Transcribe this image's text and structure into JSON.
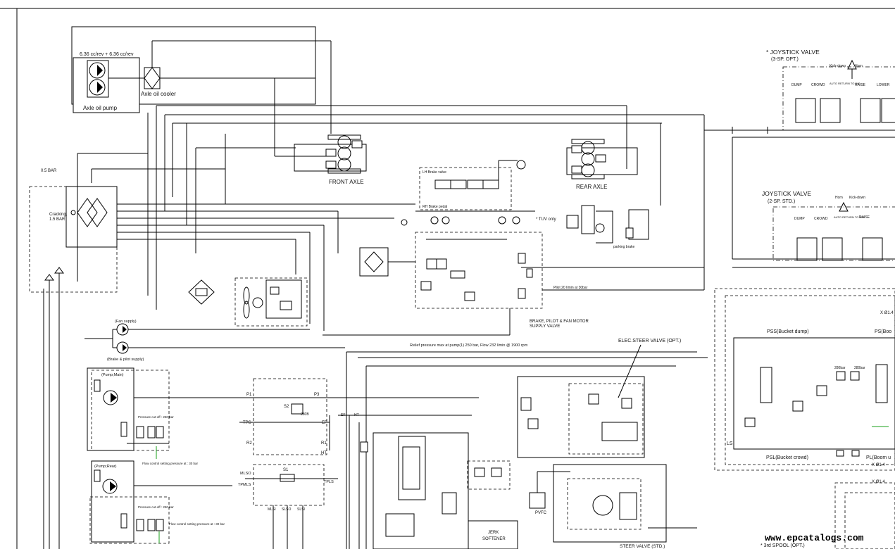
{
  "labels": {
    "axle_pump_flow": "6.36 cc/rev + 6.36 cc/rev",
    "axle_oil_pump": "Axle oil pump",
    "axle_oil_cooler": "Axle oil cooler",
    "front_axle": "FRONT AXLE",
    "rear_axle": "REAR AXLE",
    "cracking_bar": "0.5 BAR",
    "cracking": "Cracking,",
    "cracking_val": "1.5 BAR",
    "lh_brake_valve": "LH Brake valve",
    "rh_brake_pedal": "RH Brake pedal",
    "tuv_only": "* TUV only",
    "parking_brake": "parking brake",
    "pilot_flow": "Pilot 20 l/min at 30bar",
    "brake_pilot_fan_1": "BRAKE, PILOT & FAN MOTOR",
    "brake_pilot_fan_2": "SUPPLY VALVE",
    "fan_supply": "(Fan supply)",
    "brake_pilot_supply": "(Brake & pilot supply)",
    "relief_pressure": "Relief pressure max at pump(1) 250 bar, Flow 232 l/min @ 1900 rpm",
    "pump_main": "(Pump;Main)",
    "pump_rear": "(Pump;Rear)",
    "pressure_cutoff": "Pressure cut-off : 250 bar",
    "flow_control": "Flow control setting pressure at : 30 bar",
    "joystick_3sp": "* JOYSTICK VALVE",
    "joystick_3sp_sub": "(3-SP. OPT.)",
    "joystick_2sp": "JOYSTICK VALVE",
    "joystick_2sp_sub": "(2-SP. STD.)",
    "kick_down": "Kick-down",
    "horn": "Horn",
    "dump": "DUMP",
    "crowd": "CROWD",
    "auto_return": "AUTO RETURN TO DIG",
    "raise": "RAISE",
    "lower": "LOWER",
    "elec_steer": "ELEC.STEER VALVE (OPT.)",
    "pss_bucket_dump": "PSS(Bucket dump)",
    "pss_boom": "PS(Boo",
    "psl_bucket_crowd": "PSL(Bucket crowd)",
    "pl_boom": "PL(Boom u",
    "x14_a": "X Ø1.4",
    "x14_b": "X Ø1.4",
    "x14_c": "X Ø1.4",
    "p280_a": "280bar",
    "p280_b": "280bar",
    "ls": "LS",
    "mlso": "MLSO",
    "tpmls": "TPMLS",
    "tpls": "TPLS",
    "tps": "TPS",
    "s1": "S1",
    "s2": "S2",
    "s280b": "280B",
    "p1": "P1",
    "p3": "P3",
    "r1": "R1",
    "r2": "R2",
    "ht": "HT",
    "ef": "EF",
    "mlsi": "MLSI",
    "slso": "SLSO",
    "slsi": "SLSI",
    "pvfc": "PVFC",
    "jerk_1": "JERK",
    "jerk_2": "SOFTENER",
    "steer_std": "STEER VALVE (STD.)",
    "third_spool": "* 3rd SPOOL (OPT.)",
    "watermark": "www.epcatalogs.com"
  },
  "icons": [
    "pump-icon",
    "cooler-icon",
    "brake-caliper-icon",
    "filter-icon",
    "fan-motor-icon",
    "check-valve-icon",
    "accumulator-icon",
    "spool-valve-icon",
    "relief-valve-icon"
  ],
  "colors": {
    "line": "#000000",
    "accent_green": "#18a018",
    "background": "#ffffff"
  }
}
